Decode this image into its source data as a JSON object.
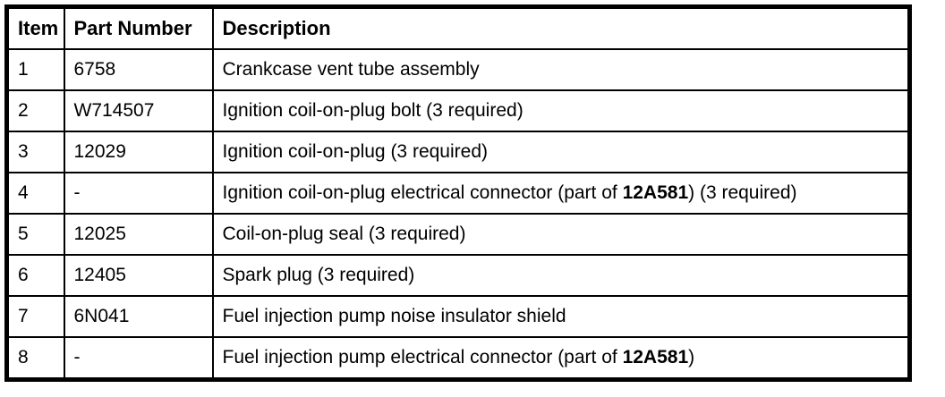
{
  "colors": {
    "background": "#ffffff",
    "border": "#000000",
    "text": "#000000"
  },
  "table": {
    "columns": [
      {
        "label": "Item"
      },
      {
        "label": "Part Number"
      },
      {
        "label": "Description"
      }
    ],
    "rows": [
      {
        "item": "1",
        "part_number": "6758",
        "description": "Crankcase vent tube assembly"
      },
      {
        "item": "2",
        "part_number": "W714507",
        "description": "Ignition coil-on-plug bolt (3 required)"
      },
      {
        "item": "3",
        "part_number": "12029",
        "description": "Ignition coil-on-plug (3 required)"
      },
      {
        "item": "4",
        "part_number": "-",
        "description": "Ignition coil-on-plug electrical connector (part of 12A581) (3 required)",
        "bold_text": "12A581"
      },
      {
        "item": "5",
        "part_number": "12025",
        "description": "Coil-on-plug seal (3 required)"
      },
      {
        "item": "6",
        "part_number": "12405",
        "description": "Spark plug (3 required)"
      },
      {
        "item": "7",
        "part_number": "6N041",
        "description": "Fuel injection pump noise insulator shield"
      },
      {
        "item": "8",
        "part_number": "-",
        "description": "Fuel injection pump electrical connector (part of 12A581)",
        "bold_text": "12A581"
      }
    ]
  }
}
